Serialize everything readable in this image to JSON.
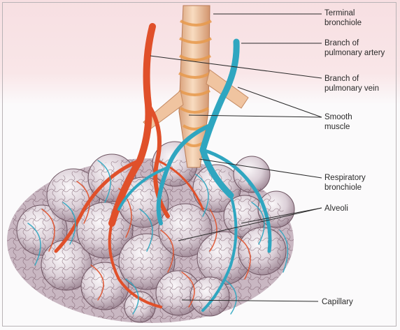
{
  "labels": {
    "terminal_bronchiole": "Terminal\nbronchiole",
    "pulmonary_artery": "Branch of\npulmonary artery",
    "pulmonary_vein": "Branch of\npulmonary vein",
    "smooth_muscle": "Smooth\nmuscle",
    "respiratory_bronchiole": "Respiratory\nbronchiole",
    "alveoli": "Alveoli",
    "capillary": "Capillary"
  },
  "colors": {
    "artery": "#e0502a",
    "vein": "#2fa6c0",
    "bronchiole": "#f2c79b",
    "muscle": "#e89a4c",
    "alveoli": "#e6dde3",
    "capillary_mesh": "#6b4b5a",
    "leader_line": "#2a2a2a",
    "band": "#f7dfe2"
  }
}
